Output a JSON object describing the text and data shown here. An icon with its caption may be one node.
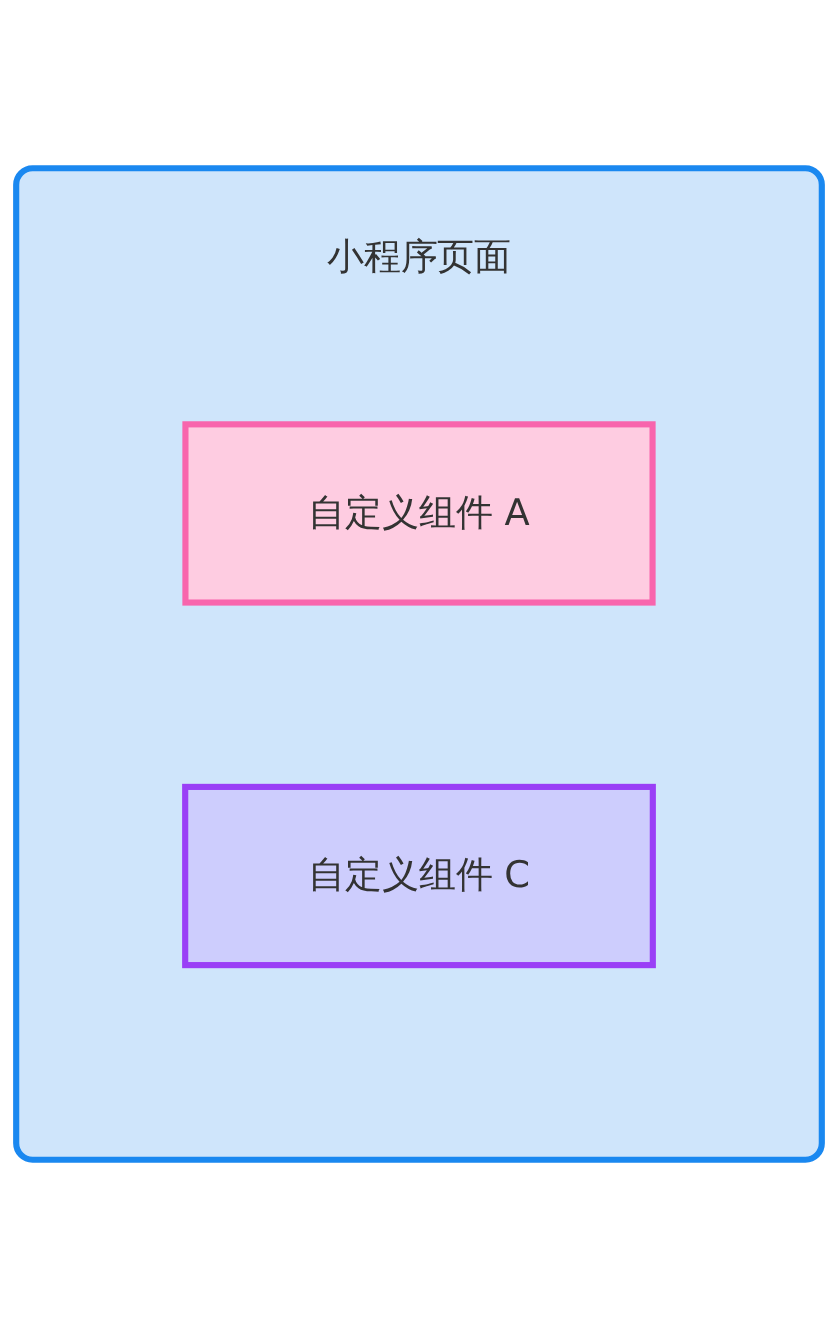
{
  "diagram": {
    "nodes": [
      {
        "text": [
          "小程序页面"
        ]
      },
      {
        "text": [
          "自定义组件 A"
        ],
        "in": 0
      },
      {
        "text": [
          "自定义组件 C"
        ],
        "in": 0
      }
    ]
  }
}
